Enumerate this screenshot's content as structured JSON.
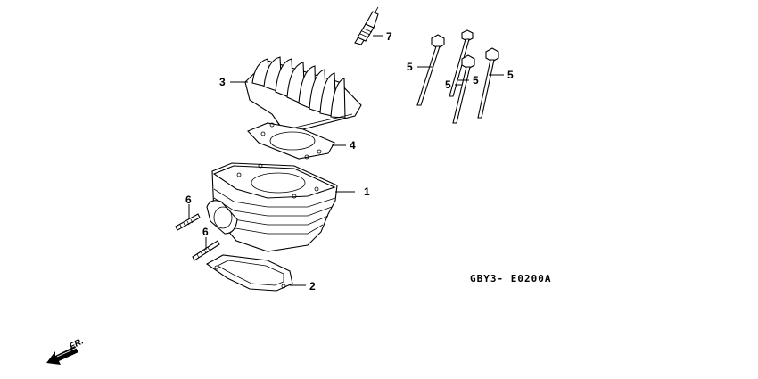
{
  "callouts": {
    "c1": "1",
    "c2": "2",
    "c3": "3",
    "c4": "4",
    "c5a": "5",
    "c5b": "5",
    "c5c": "5",
    "c5d": "5",
    "c6a": "6",
    "c6b": "6",
    "c7": "7"
  },
  "diagram_code": "GBY3- E0200A",
  "direction_label": "FR.",
  "icons": {
    "direction": "front-arrow-icon"
  }
}
